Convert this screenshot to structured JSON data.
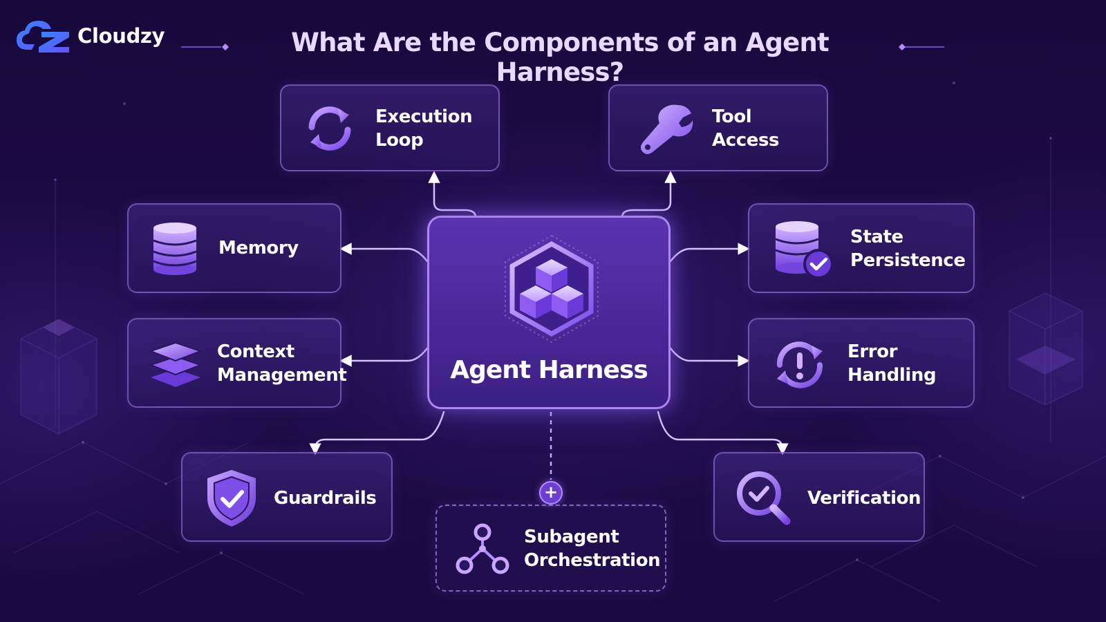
{
  "brand": {
    "name": "Cloudzy"
  },
  "title": "What Are the Components of an Agent Harness?",
  "center": {
    "label": "Agent Harness",
    "icon": "cubes-hexagon-icon"
  },
  "components": {
    "execution_loop": {
      "label": "Execution\nLoop",
      "icon": "refresh-cycle-icon"
    },
    "tool_access": {
      "label": "Tool\nAccess",
      "icon": "wrench-icon"
    },
    "memory": {
      "label": "Memory",
      "icon": "database-stack-icon"
    },
    "state_persistence": {
      "label": "State\nPersistence",
      "icon": "database-check-icon"
    },
    "context_management": {
      "label": "Context\nManagement",
      "icon": "layers-icon"
    },
    "error_handling": {
      "label": "Error\nHandling",
      "icon": "error-cycle-icon"
    },
    "guardrails": {
      "label": "Guardrails",
      "icon": "shield-check-icon"
    },
    "verification": {
      "label": "Verification",
      "icon": "magnifier-check-icon"
    },
    "subagent_orchestration": {
      "label": "Subagent\nOrchestration",
      "icon": "node-network-icon"
    }
  },
  "plus_badge": "+",
  "colors": {
    "background": "#1a0a42",
    "accent": "#9b6cff",
    "card_border": "#a582e6",
    "center_fill": "#4a2898",
    "text": "#ffffff",
    "title": "#ead9ff",
    "logo_gradient_start": "#2f8bff",
    "logo_gradient_end": "#6a4dff"
  }
}
